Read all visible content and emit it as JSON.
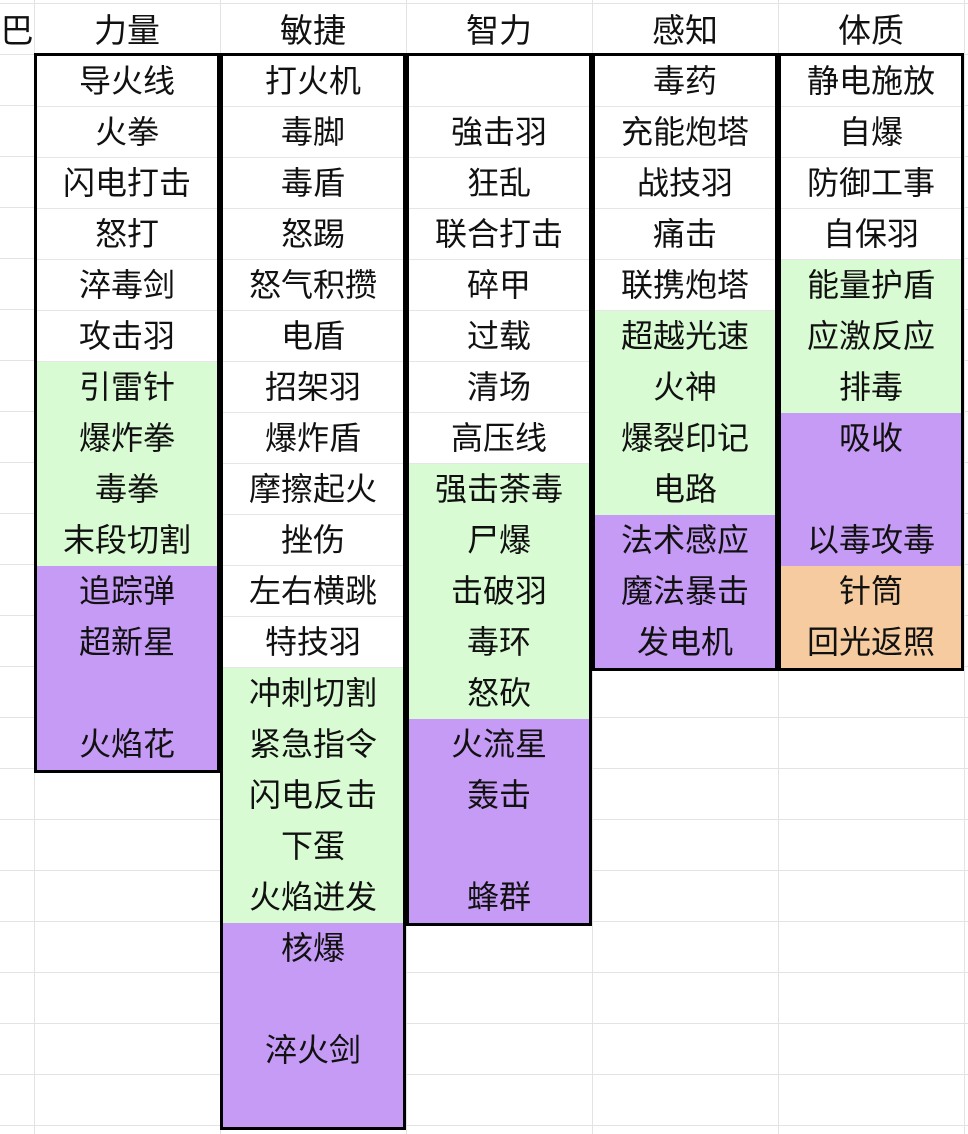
{
  "colors": {
    "white": "#ffffff",
    "green": "#d9fbd3",
    "purple": "#c59bf5",
    "orange": "#f6cba0"
  },
  "partial_header": "巴",
  "columns": [
    {
      "header": "力量",
      "cells": [
        {
          "t": "导火线",
          "c": "white"
        },
        {
          "t": "火拳",
          "c": "white"
        },
        {
          "t": "闪电打击",
          "c": "white"
        },
        {
          "t": "怒打",
          "c": "white"
        },
        {
          "t": "淬毒剑",
          "c": "white"
        },
        {
          "t": "攻击羽",
          "c": "white"
        },
        {
          "t": "引雷针",
          "c": "green"
        },
        {
          "t": "爆炸拳",
          "c": "green"
        },
        {
          "t": "毒拳",
          "c": "green"
        },
        {
          "t": "末段切割",
          "c": "green"
        },
        {
          "t": "追踪弹",
          "c": "purple"
        },
        {
          "t": "超新星",
          "c": "purple"
        },
        {
          "t": "",
          "c": "purple"
        },
        {
          "t": "火焰花",
          "c": "purple"
        }
      ]
    },
    {
      "header": "敏捷",
      "cells": [
        {
          "t": "打火机",
          "c": "white"
        },
        {
          "t": "毒脚",
          "c": "white"
        },
        {
          "t": "毒盾",
          "c": "white"
        },
        {
          "t": "怒踢",
          "c": "white"
        },
        {
          "t": "怒气积攒",
          "c": "white"
        },
        {
          "t": "电盾",
          "c": "white"
        },
        {
          "t": "招架羽",
          "c": "white"
        },
        {
          "t": "爆炸盾",
          "c": "white"
        },
        {
          "t": "摩擦起火",
          "c": "white"
        },
        {
          "t": "挫伤",
          "c": "white"
        },
        {
          "t": "左右横跳",
          "c": "white"
        },
        {
          "t": "特技羽",
          "c": "white"
        },
        {
          "t": "冲刺切割",
          "c": "green"
        },
        {
          "t": "紧急指令",
          "c": "green"
        },
        {
          "t": "闪电反击",
          "c": "green"
        },
        {
          "t": "下蛋",
          "c": "green"
        },
        {
          "t": "火焰迸发",
          "c": "green"
        },
        {
          "t": "核爆",
          "c": "purple"
        },
        {
          "t": "",
          "c": "purple"
        },
        {
          "t": "淬火剑",
          "c": "purple"
        },
        {
          "t": "",
          "c": "purple"
        }
      ]
    },
    {
      "header": "智力",
      "cells": [
        {
          "t": "",
          "c": "white"
        },
        {
          "t": "強击羽",
          "c": "white"
        },
        {
          "t": "狂乱",
          "c": "white"
        },
        {
          "t": "联合打击",
          "c": "white"
        },
        {
          "t": "碎甲",
          "c": "white"
        },
        {
          "t": "过载",
          "c": "white"
        },
        {
          "t": "清场",
          "c": "white"
        },
        {
          "t": "高压线",
          "c": "white"
        },
        {
          "t": "强击荼毒",
          "c": "green"
        },
        {
          "t": "尸爆",
          "c": "green"
        },
        {
          "t": "击破羽",
          "c": "green"
        },
        {
          "t": "毒环",
          "c": "green"
        },
        {
          "t": "怒砍",
          "c": "green"
        },
        {
          "t": "火流星",
          "c": "purple"
        },
        {
          "t": "轰击",
          "c": "purple"
        },
        {
          "t": "",
          "c": "purple"
        },
        {
          "t": "蜂群",
          "c": "purple"
        }
      ]
    },
    {
      "header": "感知",
      "cells": [
        {
          "t": "毒药",
          "c": "white"
        },
        {
          "t": "充能炮塔",
          "c": "white"
        },
        {
          "t": "战技羽",
          "c": "white"
        },
        {
          "t": "痛击",
          "c": "white"
        },
        {
          "t": "联携炮塔",
          "c": "white"
        },
        {
          "t": "超越光速",
          "c": "green"
        },
        {
          "t": "火神",
          "c": "green"
        },
        {
          "t": "爆裂印记",
          "c": "green"
        },
        {
          "t": "电路",
          "c": "green"
        },
        {
          "t": "法术感应",
          "c": "purple"
        },
        {
          "t": "魔法暴击",
          "c": "purple"
        },
        {
          "t": "发电机",
          "c": "purple"
        }
      ]
    },
    {
      "header": "体质",
      "cells": [
        {
          "t": "静电施放",
          "c": "white"
        },
        {
          "t": "自爆",
          "c": "white"
        },
        {
          "t": "防御工事",
          "c": "white"
        },
        {
          "t": "自保羽",
          "c": "white"
        },
        {
          "t": "能量护盾",
          "c": "green"
        },
        {
          "t": "应激反应",
          "c": "green"
        },
        {
          "t": "排毒",
          "c": "green"
        },
        {
          "t": "吸收",
          "c": "purple"
        },
        {
          "t": "",
          "c": "purple"
        },
        {
          "t": "以毒攻毒",
          "c": "purple"
        },
        {
          "t": "针筒",
          "c": "orange"
        },
        {
          "t": "回光返照",
          "c": "orange"
        }
      ]
    }
  ]
}
